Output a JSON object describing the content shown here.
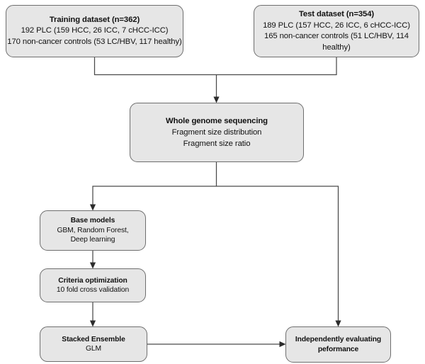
{
  "diagram": {
    "title": "Study workflow flowchart",
    "fill_color": "#e6e6e6",
    "border_color": "#6e6e6e",
    "line_color": "#4a4a4a",
    "background": "#ffffff"
  },
  "nodes": {
    "training": {
      "title": "Training dataset (n=362)",
      "line1": "192 PLC (159 HCC, 26 ICC, 7 cHCC-ICC)",
      "line2": "170 non-cancer controls (53 LC/HBV, 117 healthy)"
    },
    "test": {
      "title": "Test dataset (n=354)",
      "line1": "189 PLC (157 HCC, 26 ICC, 6 cHCC-ICC)",
      "line2": "165 non-cancer controls (51 LC/HBV, 114 healthy)"
    },
    "wgs": {
      "title": "Whole genome sequencing",
      "line1": "Fragment size distribution",
      "line2": "Fragment size ratio"
    },
    "base_models": {
      "title": "Base models",
      "line1": "GBM, Random Forest,",
      "line2": "Deep learning"
    },
    "criteria": {
      "title": "Criteria optimization",
      "line1": "10 fold cross validation"
    },
    "stacked": {
      "title": "Stacked Ensemble",
      "line1": "GLM"
    },
    "evaluate": {
      "title": "Independently evaluating",
      "line1": "peformance"
    }
  },
  "edges": [
    {
      "name": "training-to-merge",
      "from": "training",
      "to": "merge-bus"
    },
    {
      "name": "test-to-merge",
      "from": "test",
      "to": "merge-bus"
    },
    {
      "name": "merge-to-wgs",
      "from": "merge-bus",
      "to": "wgs"
    },
    {
      "name": "wgs-to-base-models",
      "from": "wgs",
      "to": "base_models"
    },
    {
      "name": "wgs-to-evaluate",
      "from": "wgs",
      "to": "evaluate"
    },
    {
      "name": "base-models-to-criteria",
      "from": "base_models",
      "to": "criteria"
    },
    {
      "name": "criteria-to-stacked",
      "from": "criteria",
      "to": "stacked"
    },
    {
      "name": "stacked-to-evaluate",
      "from": "stacked",
      "to": "evaluate"
    }
  ]
}
